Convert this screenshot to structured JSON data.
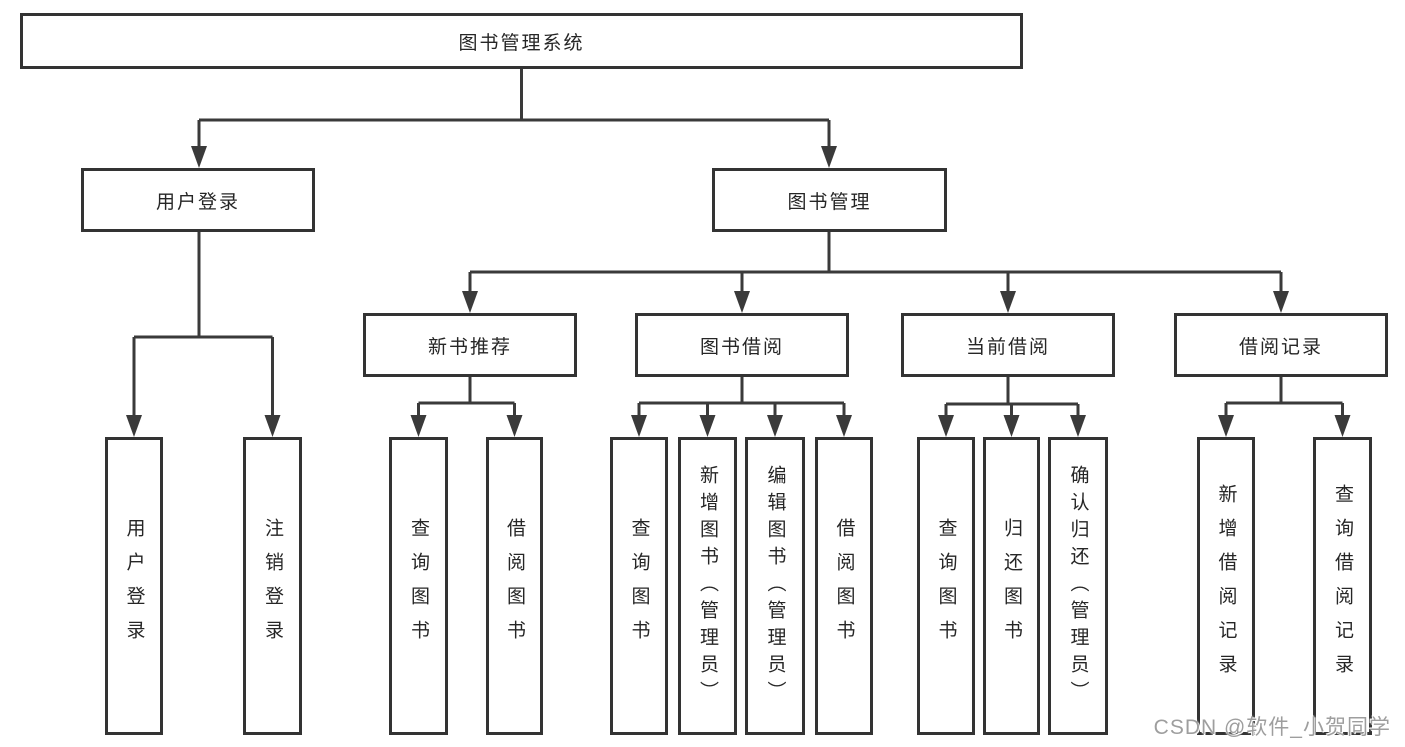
{
  "diagram": {
    "tree": {
      "root": {
        "label": "图书管理系统",
        "children": [
          {
            "label": "用户登录",
            "children": [
              {
                "label": "用户登录"
              },
              {
                "label": "注销登录"
              }
            ]
          },
          {
            "label": "图书管理",
            "children": [
              {
                "label": "新书推荐",
                "children": [
                  {
                    "label": "查询图书"
                  },
                  {
                    "label": "借阅图书"
                  }
                ]
              },
              {
                "label": "图书借阅",
                "children": [
                  {
                    "label": "查询图书"
                  },
                  {
                    "label": "新增图书（管理员）"
                  },
                  {
                    "label": "编辑图书（管理员）"
                  },
                  {
                    "label": "借阅图书"
                  }
                ]
              },
              {
                "label": "当前借阅",
                "children": [
                  {
                    "label": "查询图书"
                  },
                  {
                    "label": "归还图书"
                  },
                  {
                    "label": "确认归还（管理员）"
                  }
                ]
              },
              {
                "label": "借阅记录",
                "children": [
                  {
                    "label": "新增借阅记录"
                  },
                  {
                    "label": "查询借阅记录"
                  }
                ]
              }
            ]
          }
        ]
      }
    },
    "colors": {
      "line": "#3a3a3a",
      "box_border": "#333333",
      "box_fill": "#ffffff",
      "text": "#262626",
      "background": "#ffffff",
      "watermark": "#9e9e9e"
    }
  },
  "watermark": {
    "text": "CSDN @软件_小贺同学"
  }
}
